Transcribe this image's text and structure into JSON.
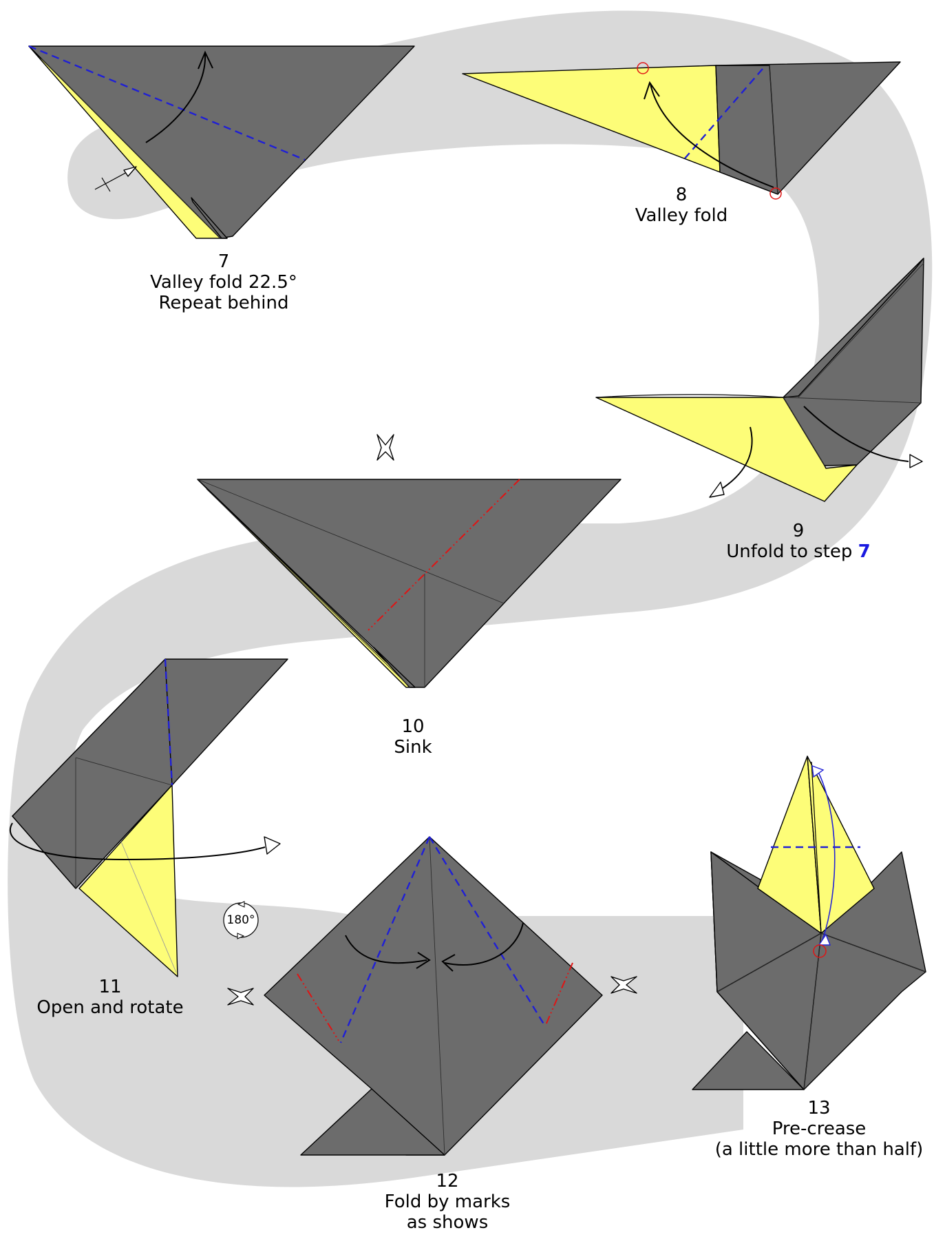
{
  "steps": [
    {
      "number": "7",
      "lines": [
        "Valley fold 22.5°",
        "Repeat behind"
      ]
    },
    {
      "number": "8",
      "lines": [
        "Valley fold"
      ]
    },
    {
      "number": "9",
      "lines": [
        "Unfold to step "
      ],
      "ref": "7"
    },
    {
      "number": "10",
      "lines": [
        "Sink"
      ]
    },
    {
      "number": "11",
      "lines": [
        "Open and rotate"
      ]
    },
    {
      "number": "12",
      "lines": [
        "Fold by marks",
        "as shows"
      ]
    },
    {
      "number": "13",
      "lines": [
        "Pre-crease",
        "(a little more than half)"
      ]
    }
  ],
  "rotation_symbol": "180°",
  "colors": {
    "paper_outside": "#6c6c6c",
    "paper_inside": "#fdfd78",
    "path_background": "#d9d9d9",
    "valley_fold": "#1f1fd6",
    "mountain_fold": "#e01414",
    "step_reference": "#1a1ae0"
  },
  "icons": [
    "repeat-behind-arrow-icon",
    "next-step-arrow-icon",
    "rotate-180-icon",
    "reference-point-circle-icon"
  ]
}
